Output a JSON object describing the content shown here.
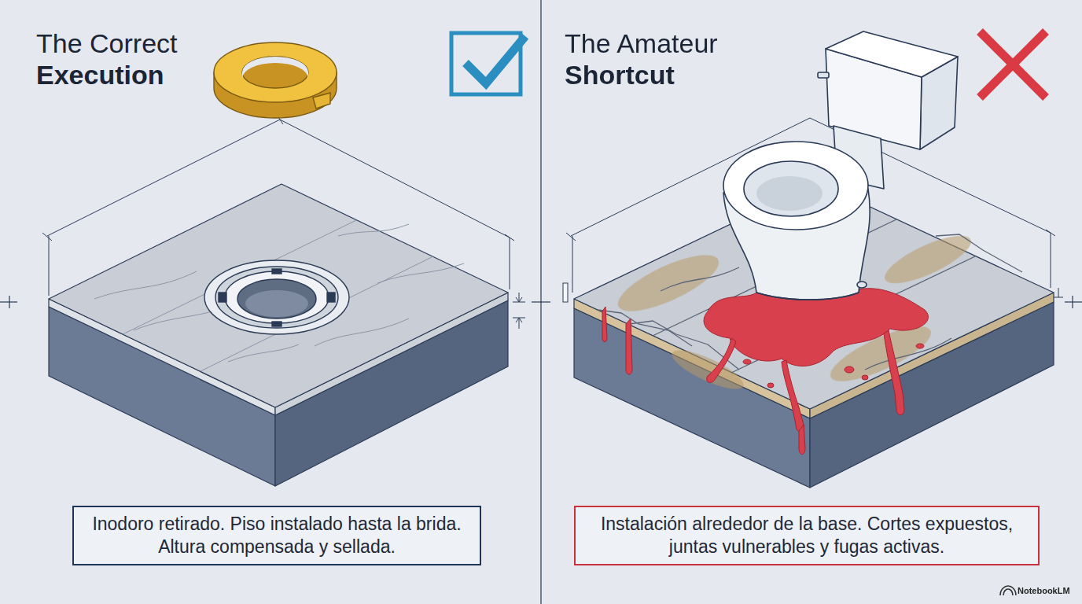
{
  "diagram": {
    "nodes": [
      {
        "text": [
          "Inodoro retirado. Piso instalado hasta la brida. Altura compensada y sellada."
        ]
      },
      {
        "text": [
          "Instalación alrededor de la base. Cortes expuestos, juntas vulnerables y fugas activas."
        ]
      }
    ],
    "labels": [
      "The Correct",
      "Execution",
      "The Amateur",
      "Shortcut",
      "NotebookLM"
    ]
  }
}
